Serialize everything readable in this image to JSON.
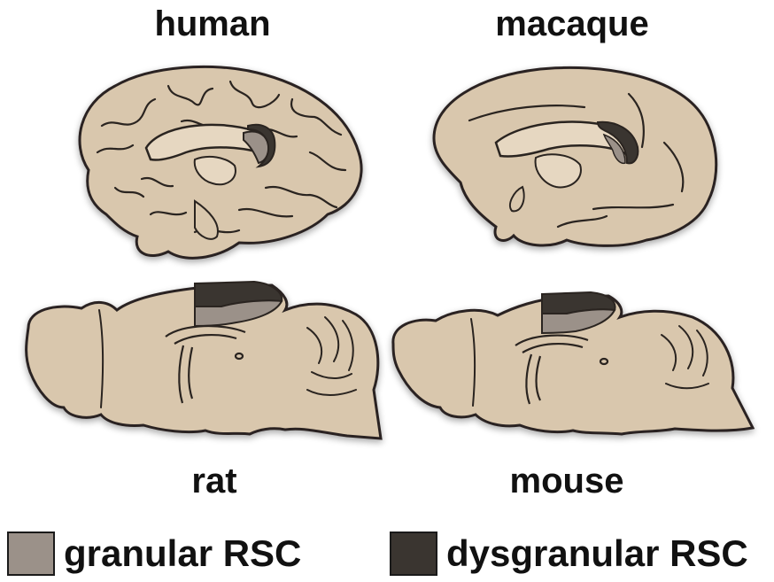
{
  "species": {
    "human": "human",
    "macaque": "macaque",
    "rat": "rat",
    "mouse": "mouse"
  },
  "legend": {
    "granular": {
      "label": "granular RSC",
      "color": "#9b9189"
    },
    "dysgranular": {
      "label": "dysgranular RSC",
      "color": "#3a3530"
    }
  },
  "colors": {
    "brain_fill": "#d9c7ad",
    "outline": "#2a2420",
    "inner_fill": "#e6d7c1"
  }
}
